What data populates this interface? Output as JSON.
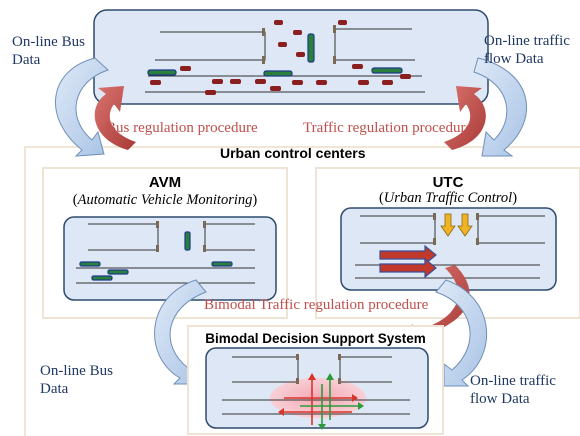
{
  "labels": {
    "online_bus_top": [
      "On-line Bus",
      "Data"
    ],
    "online_traffic_top": [
      "On-line traffic",
      "flow Data"
    ],
    "online_bus_bottom": [
      "On-line Bus",
      "Data"
    ],
    "online_traffic_bottom": [
      "On-line traffic",
      "flow Data"
    ]
  },
  "procedures": {
    "bus": "Bus regulation procedure",
    "traffic": "Traffic regulation procedure",
    "bimodal": "Bimodal Traffic regulation procedure"
  },
  "centers": {
    "title": "Urban control centers",
    "avm": {
      "title": "AVM",
      "open": "(",
      "italic": "Automatic Vehicle Monitoring",
      "close": ")"
    },
    "utc": {
      "title": "UTC",
      "open": "(",
      "italic": "Urban Traffic Control",
      "close": ")"
    }
  },
  "bdss": {
    "title": "Bimodal Decision Support System"
  },
  "colors": {
    "panel_fill": "#dde7f5",
    "panel_stroke": "#2e4a6e",
    "arrow_blue": "#c6d9f1",
    "arrow_red": "#c0504d",
    "label_blue": "#1f3864"
  }
}
